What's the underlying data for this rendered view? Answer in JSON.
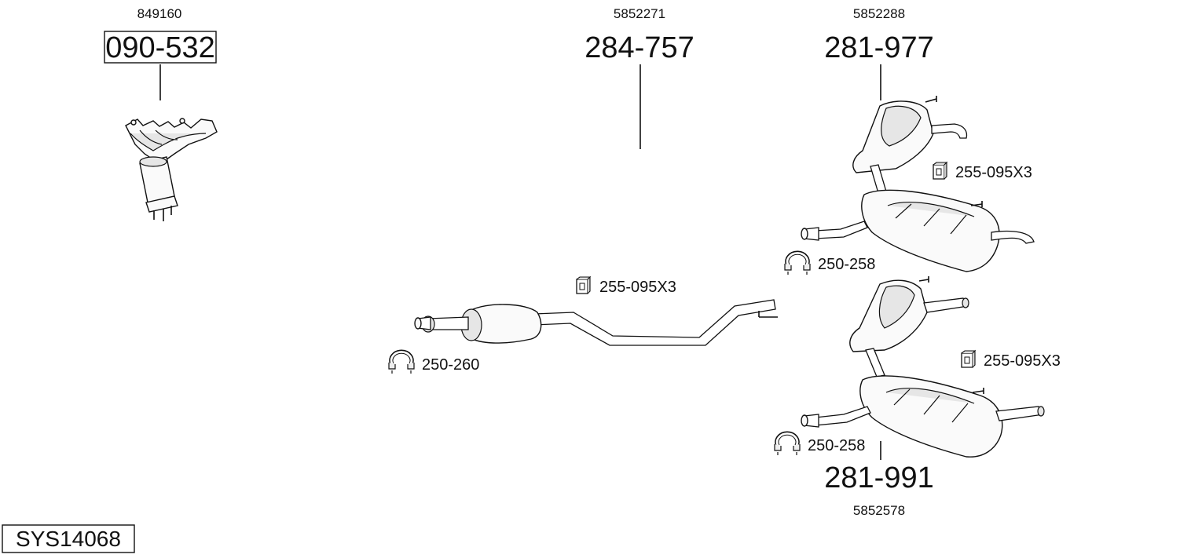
{
  "system_id": "SYS14068",
  "parts": {
    "manifold": {
      "oem": "849160",
      "number": "090-532",
      "icon": "exhaust-manifold-catalyst-icon"
    },
    "middle_silencer": {
      "oem": "5852271",
      "number": "284-757",
      "icon": "middle-silencer-icon"
    },
    "rear_silencer_top": {
      "oem": "5852288",
      "number": "281-977",
      "icon": "rear-silencer-icon"
    },
    "rear_silencer_bottom": {
      "oem": "5852578",
      "number": "281-991",
      "icon": "rear-silencer-sport-tip-icon"
    }
  },
  "accessories": {
    "mount_top_right": {
      "label": "255-095X3",
      "icon": "rubber-mount-icon"
    },
    "clamp_top_right": {
      "label": "250-258",
      "icon": "pipe-clamp-icon"
    },
    "mount_middle": {
      "label": "255-095X3",
      "icon": "rubber-mount-icon"
    },
    "clamp_middle": {
      "label": "250-260",
      "icon": "pipe-clamp-icon"
    },
    "mount_bottom_right": {
      "label": "255-095X3",
      "icon": "rubber-mount-icon"
    },
    "clamp_bottom_right": {
      "label": "250-258",
      "icon": "pipe-clamp-icon"
    }
  }
}
